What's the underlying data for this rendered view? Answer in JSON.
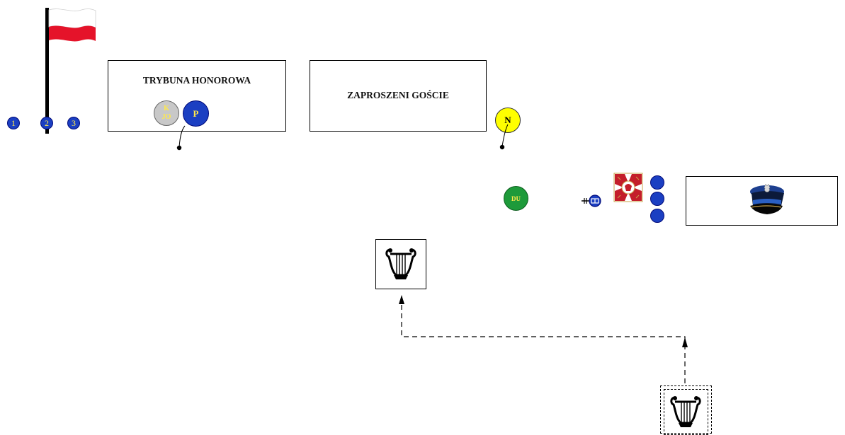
{
  "stands": {
    "honor_stand_label": "TRYBUNA HONOROWA",
    "guests_label": "ZAPROSZENI GOŚCIE"
  },
  "flagpole_positions": [
    "1",
    "2",
    "3"
  ],
  "markers": {
    "kjo": "K JO",
    "p": "P",
    "n": "N",
    "du": "DU"
  },
  "colors": {
    "flag_white": "#ffffff",
    "flag_red": "#e5132a",
    "marker_blue": "#1b3fc2",
    "marker_gray": "#c8c8c8",
    "marker_yellow": "#ffff00",
    "marker_green": "#1e9a3a",
    "marker_text_yellow": "#ffe94a",
    "banner_red": "#c41e2a",
    "cap_blue": "#1d3f8f"
  },
  "icons": [
    "polish-flag-icon",
    "lyre-icon",
    "military-banner-icon",
    "police-cap-icon",
    "arrow-icon"
  ]
}
